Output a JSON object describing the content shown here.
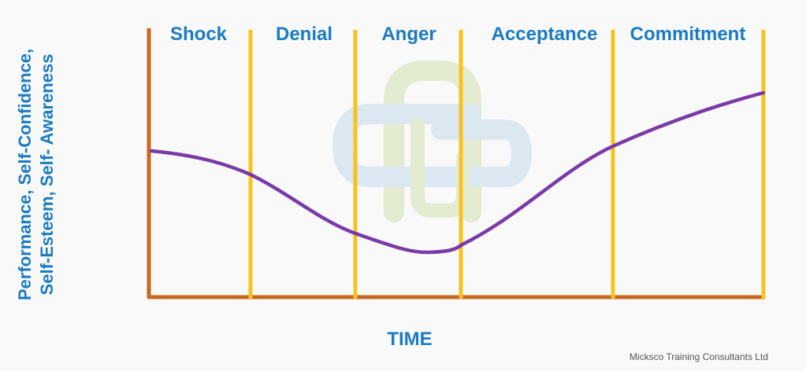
{
  "diagram": {
    "y_axis_label": [
      "Performance, Self-Confidence,",
      "Self-Esteem, Self- Awareness"
    ],
    "x_axis_label": "TIME",
    "stages": [
      "Shock",
      "Denial",
      "Anger",
      "Acceptance",
      "Commitment"
    ],
    "credit": "Micksco Training Consultants Ltd",
    "colors": {
      "text": "#1b7bc1",
      "axis": "#c8671d",
      "dividers": "#f8c21c",
      "curve": "#7a3aa8",
      "watermark_green": "#dce8c4",
      "watermark_blue": "#d3e3ef"
    },
    "watermark_icon": "micksco-logo-watermark"
  }
}
